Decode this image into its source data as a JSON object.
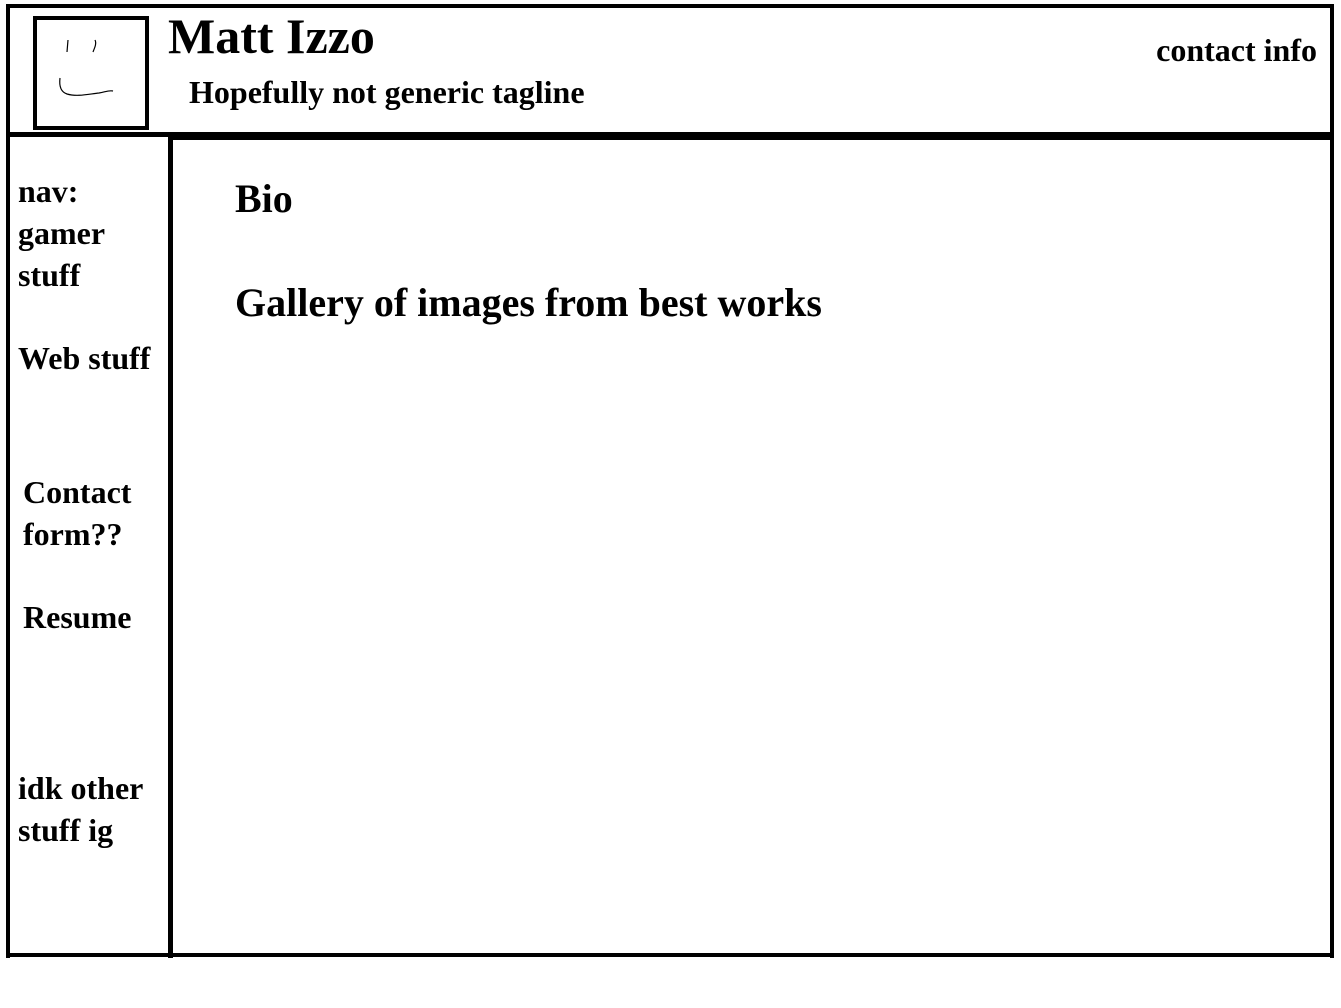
{
  "header": {
    "title": "Matt Izzo",
    "tagline": "Hopefully not generic tagline",
    "contact_link": "contact info",
    "logo_icon": "smiley-face-icon"
  },
  "sidebar": {
    "heading_line1": "nav:",
    "items": [
      {
        "label_line1": "gamer",
        "label_line2": "stuff"
      },
      {
        "label_line1": "Web stuff"
      },
      {
        "label_line1": "Contact",
        "label_line2": "form??"
      },
      {
        "label_line1": "Resume"
      },
      {
        "label_line1": "idk other",
        "label_line2": "stuff ig"
      }
    ]
  },
  "main": {
    "sections": [
      {
        "label": "Bio"
      },
      {
        "label": "Gallery of images from best works"
      }
    ]
  },
  "colors": {
    "background": "#ffffff",
    "lines": "#000000"
  }
}
